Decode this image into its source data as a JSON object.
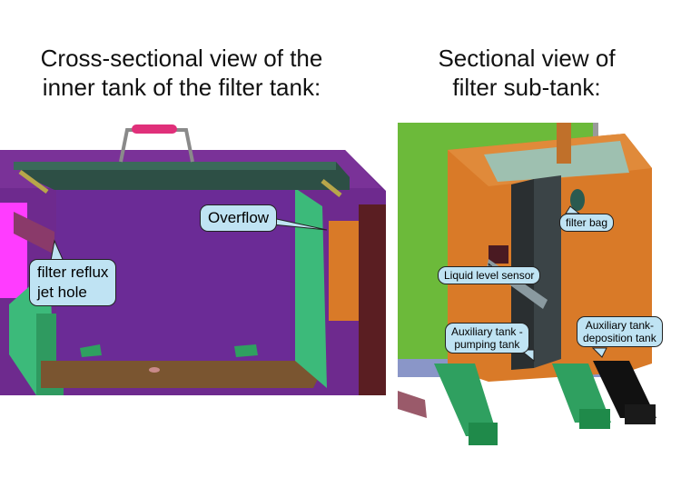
{
  "titles": {
    "left": [
      "Cross-sectional view of the",
      "inner tank of the filter tank:"
    ],
    "right": [
      "Sectional view of",
      "filter sub-tank:"
    ]
  },
  "callouts": {
    "overflow": "Overflow",
    "filter_reflux": [
      "filter reflux",
      "jet hole"
    ],
    "filter_bag": "filter bag",
    "liquid_level": "Liquid level sensor",
    "pumping_tank": [
      "Auxiliary tank -",
      "pumping tank"
    ],
    "deposition_tank": [
      "Auxiliary tank-",
      "deposition tank"
    ]
  },
  "colors": {
    "tank_purple": "#6e2a8e",
    "lid_green": "#2d4f45",
    "wall_green": "#3cba7a",
    "handle_pink": "#e0307a",
    "magenta": "#ff3cff",
    "orange": "#d97a28",
    "dark_slate": "#3b4447",
    "callout_fill": "#bfe3f3",
    "background_green": "#6cba3a",
    "leg_green": "#2fa060",
    "black": "#111111"
  }
}
